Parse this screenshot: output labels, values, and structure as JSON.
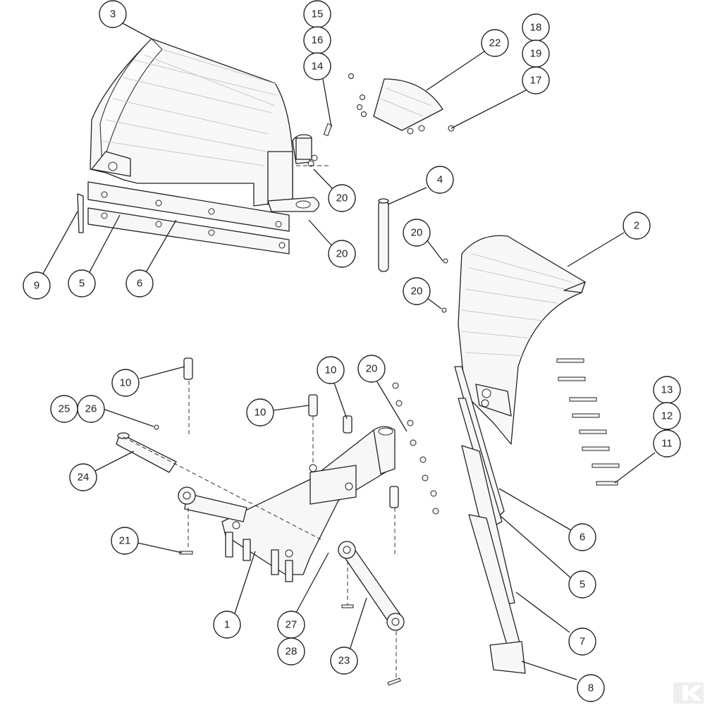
{
  "callouts": [
    {
      "id": "c3",
      "label": "3"
    },
    {
      "id": "c15",
      "label": "15"
    },
    {
      "id": "c16",
      "label": "16"
    },
    {
      "id": "c14",
      "label": "14"
    },
    {
      "id": "c18",
      "label": "18"
    },
    {
      "id": "c19",
      "label": "19"
    },
    {
      "id": "c17",
      "label": "17"
    },
    {
      "id": "c22",
      "label": "22"
    },
    {
      "id": "c4",
      "label": "4"
    },
    {
      "id": "c20a",
      "label": "20"
    },
    {
      "id": "c20b",
      "label": "20"
    },
    {
      "id": "c9",
      "label": "9"
    },
    {
      "id": "c5a",
      "label": "5"
    },
    {
      "id": "c6a",
      "label": "6"
    },
    {
      "id": "c20c",
      "label": "20"
    },
    {
      "id": "c20d",
      "label": "20"
    },
    {
      "id": "c2",
      "label": "2"
    },
    {
      "id": "c10a",
      "label": "10"
    },
    {
      "id": "c10b",
      "label": "10"
    },
    {
      "id": "c10c",
      "label": "10"
    },
    {
      "id": "c20e",
      "label": "20"
    },
    {
      "id": "c25",
      "label": "25"
    },
    {
      "id": "c26",
      "label": "26"
    },
    {
      "id": "c13",
      "label": "13"
    },
    {
      "id": "c12",
      "label": "12"
    },
    {
      "id": "c11",
      "label": "11"
    },
    {
      "id": "c24",
      "label": "24"
    },
    {
      "id": "c21",
      "label": "21"
    },
    {
      "id": "c6b",
      "label": "6"
    },
    {
      "id": "c5b",
      "label": "5"
    },
    {
      "id": "c1",
      "label": "1"
    },
    {
      "id": "c27",
      "label": "27"
    },
    {
      "id": "c28",
      "label": "28"
    },
    {
      "id": "c23",
      "label": "23"
    },
    {
      "id": "c7",
      "label": "7"
    },
    {
      "id": "c8",
      "label": "8"
    }
  ]
}
